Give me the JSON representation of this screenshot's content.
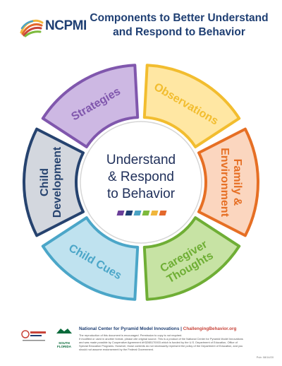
{
  "header": {
    "logo_text": "NCPMI",
    "title_line1": "Components to Better Understand",
    "title_line2": "and Respond to Behavior"
  },
  "diagram": {
    "center_lines": [
      "Understand",
      "& Respond",
      "to Behavior"
    ],
    "center_bar_colors": [
      "#6b3f99",
      "#1f3f73",
      "#4aa3c4",
      "#7dba3c",
      "#f0b63c",
      "#e3682c"
    ],
    "segments": [
      {
        "label_lines": [
          "Observations"
        ],
        "fill": "#ffe7a3",
        "stroke": "#f2bd2f"
      },
      {
        "label_lines": [
          "Family &",
          "Environment"
        ],
        "fill": "#fbd6bf",
        "stroke": "#e66f24"
      },
      {
        "label_lines": [
          "Caregiver",
          "Thoughts"
        ],
        "fill": "#c7e3a4",
        "stroke": "#6fae35"
      },
      {
        "label_lines": [
          "Child Cues"
        ],
        "fill": "#bfe2ef",
        "stroke": "#4ba6c8"
      },
      {
        "label_lines": [
          "Child",
          "Development"
        ],
        "fill": "#d3d7de",
        "stroke": "#26436f"
      },
      {
        "label_lines": [
          "Strategies"
        ],
        "fill": "#cdb8e3",
        "stroke": "#8057ad"
      }
    ]
  },
  "footer": {
    "partner1": "ZERO TO THREE / Work",
    "partner2": "SOUTH FLORIDA",
    "org_name": "National Center for Pyramid Model Innovations",
    "separator": " | ",
    "url": "ChallengingBehavior.org",
    "fine1": "The reproduction of this document is encouraged. Permission to copy is not required.",
    "fine2": "If modified or used in another format, please cite original source. This is a product of the National Center for Pyramid Model Innovations",
    "fine3": "and was made possible by Cooperative Agreement #H326B170003 which is funded by the U.S. Department of Education, Office of",
    "fine4": "Special Education Programs. However, those contents do not necessarily represent the policy of the Department of Education, and you",
    "fine5": "should not assume endorsement by the Federal Government.",
    "date": "Pub: 08/14/20"
  }
}
